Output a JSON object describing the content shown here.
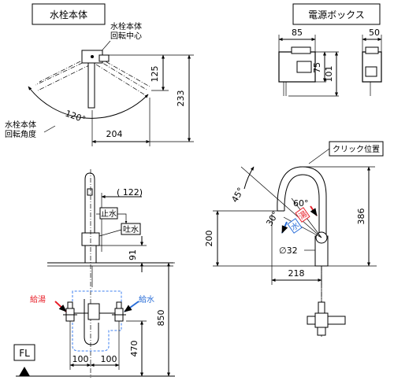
{
  "faucet_body": {
    "title": "水栓本体",
    "rotation_center_label": [
      "水栓本体",
      "回転中心"
    ],
    "rotation_angle_label": [
      "水栓本体",
      "回転角度"
    ],
    "dim_height": "233",
    "dim_spout_height": "125",
    "dim_reach": "204",
    "rotation_angle": "120°"
  },
  "power_box": {
    "title": "電源ボックス",
    "dim_width": "85",
    "dim_depth": "50",
    "dim_height_total": "101",
    "dim_height_body": "75"
  },
  "front_view": {
    "dim_sensor_offset": "( 122)",
    "stop_label": "止水",
    "discharge_label": "吐水",
    "dim_base": "91",
    "hot_label": "給湯",
    "cold_label": "給水",
    "dim_left": "100",
    "dim_right": "100",
    "dim_supply_height": "470",
    "dim_total_height": "850",
    "floor_label": "FL"
  },
  "side_view": {
    "click_position_label": "クリック位置",
    "angle_45": "45°",
    "angle_60": "60°",
    "angle_30": "30°",
    "hot_mark": "湯",
    "cold_mark": "水",
    "dim_height": "386",
    "dim_spout": "200",
    "dim_reach": "218",
    "dim_diameter": "∅32"
  },
  "colors": {
    "hot": "#e8202a",
    "cold": "#2a6ed8",
    "dash_blue": "#3d7ff0"
  }
}
